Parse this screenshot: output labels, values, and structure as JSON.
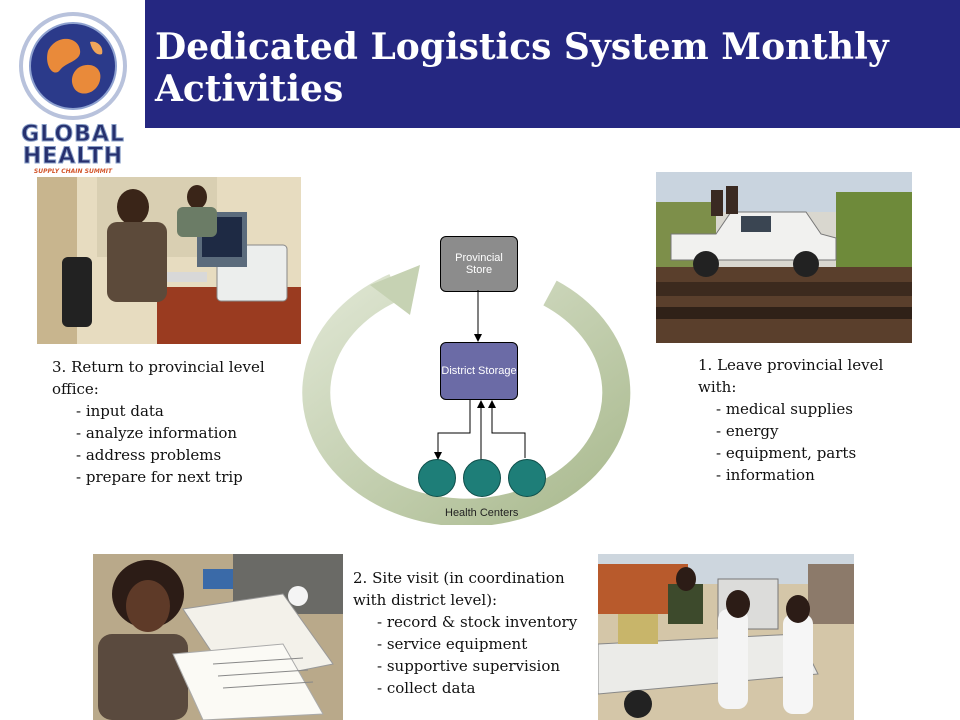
{
  "title": "Dedicated Logistics System Monthly Activities",
  "logo": {
    "line1": "GLOBAL",
    "line2": "HEALTH",
    "tagline": "SUPPLY CHAIN SUMMIT"
  },
  "diagram": {
    "provincial_store": "Provincial Store",
    "district_storage": "District Storage",
    "health_centers": "Health Centers"
  },
  "steps": {
    "step1": {
      "head": "1. Leave provincial level with:",
      "items": [
        "- medical supplies",
        "- energy",
        "- equipment, parts",
        "- information"
      ]
    },
    "step2": {
      "head": "2. Site visit (in coordination with district level):",
      "items": [
        "- record & stock inventory",
        "- service equipment",
        "- supportive supervision",
        "- collect data"
      ]
    },
    "step3": {
      "head": "3. Return to provincial level office:",
      "items": [
        "- input data",
        "- analyze information",
        "- address problems",
        "- prepare for next trip"
      ]
    }
  },
  "colors": {
    "header": "#252781",
    "district_box": "#6b6ba6",
    "provincial_box": "#8c8c8c",
    "health_center": "#1e7e78",
    "cycle_arrow": "#b9c7a4"
  }
}
